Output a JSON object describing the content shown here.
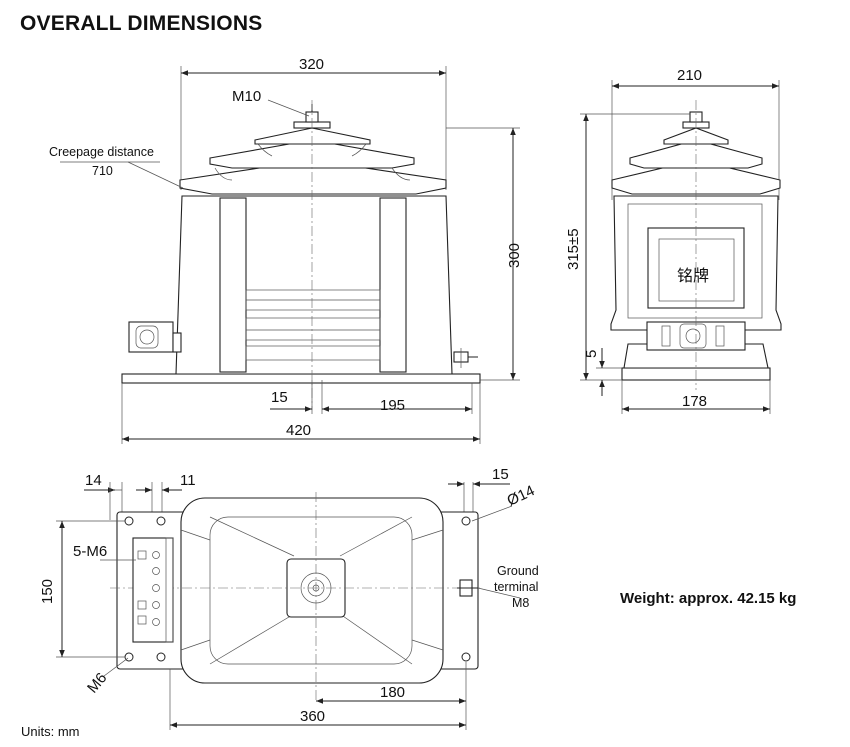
{
  "header": {
    "title": "OVERALL DIMENSIONS"
  },
  "front_view": {
    "dim_width_top": "320",
    "label_bolt": "M10",
    "label_creepage": "Creepage distance",
    "creepage_value": "710",
    "dim_height": "300",
    "dim_15": "15",
    "dim_195": "195",
    "dim_base": "420"
  },
  "side_view": {
    "dim_width_top": "210",
    "dim_height": "315±5",
    "dim_5": "5",
    "dim_base": "178",
    "nameplate": "铭牌"
  },
  "top_view": {
    "dim_14": "14",
    "dim_11": "11",
    "dim_15": "15",
    "label_hole": "Ø14",
    "label_terminals": "5-M6",
    "dim_height": "150",
    "label_ground_1": "Ground",
    "label_ground_2": "terminal",
    "label_ground_3": "M8",
    "label_m6": "M6",
    "dim_180": "180",
    "dim_360": "360"
  },
  "footer": {
    "weight": "Weight: approx. 42.15 kg",
    "units": "Units: mm"
  }
}
